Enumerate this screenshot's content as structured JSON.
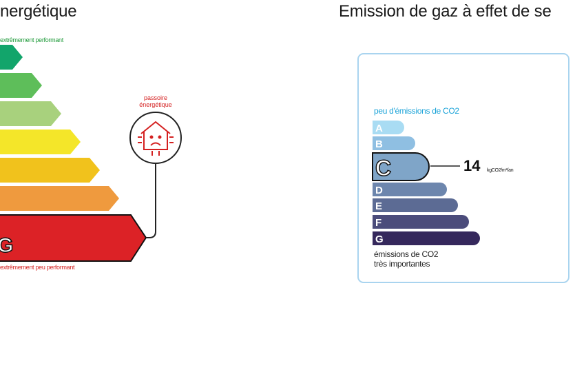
{
  "dpe_title": "nergétique",
  "ges_title": "Emission de gaz à effet de se",
  "dpe": {
    "top_caption": "extrêmement performant",
    "bottom_caption": "extrêmement peu performant",
    "passoire_line1": "passoire",
    "passoire_line2": "énergétique",
    "current_class": "G",
    "bar_colors": [
      "#12a56b",
      "#5ebe5a",
      "#a8d17d",
      "#f4e629",
      "#f1c21c",
      "#ef9a3e",
      "#dc2226"
    ]
  },
  "chart_data": {
    "type": "bar",
    "title": "Emission de gaz à effet de se",
    "top_label": "peu d'émissions de CO2",
    "bottom_label_line1": "émissions de CO2",
    "bottom_label_line2": "très importantes",
    "categories": [
      "A",
      "B",
      "C",
      "D",
      "E",
      "F",
      "G"
    ],
    "current_class": "C",
    "value": "14",
    "unit": "kgCO2/m²/an",
    "colors": [
      "#a9dcf3",
      "#8fbfe2",
      "#7fa5c8",
      "#6d86ad",
      "#5c6b94",
      "#4b4c7b",
      "#35285c"
    ]
  }
}
